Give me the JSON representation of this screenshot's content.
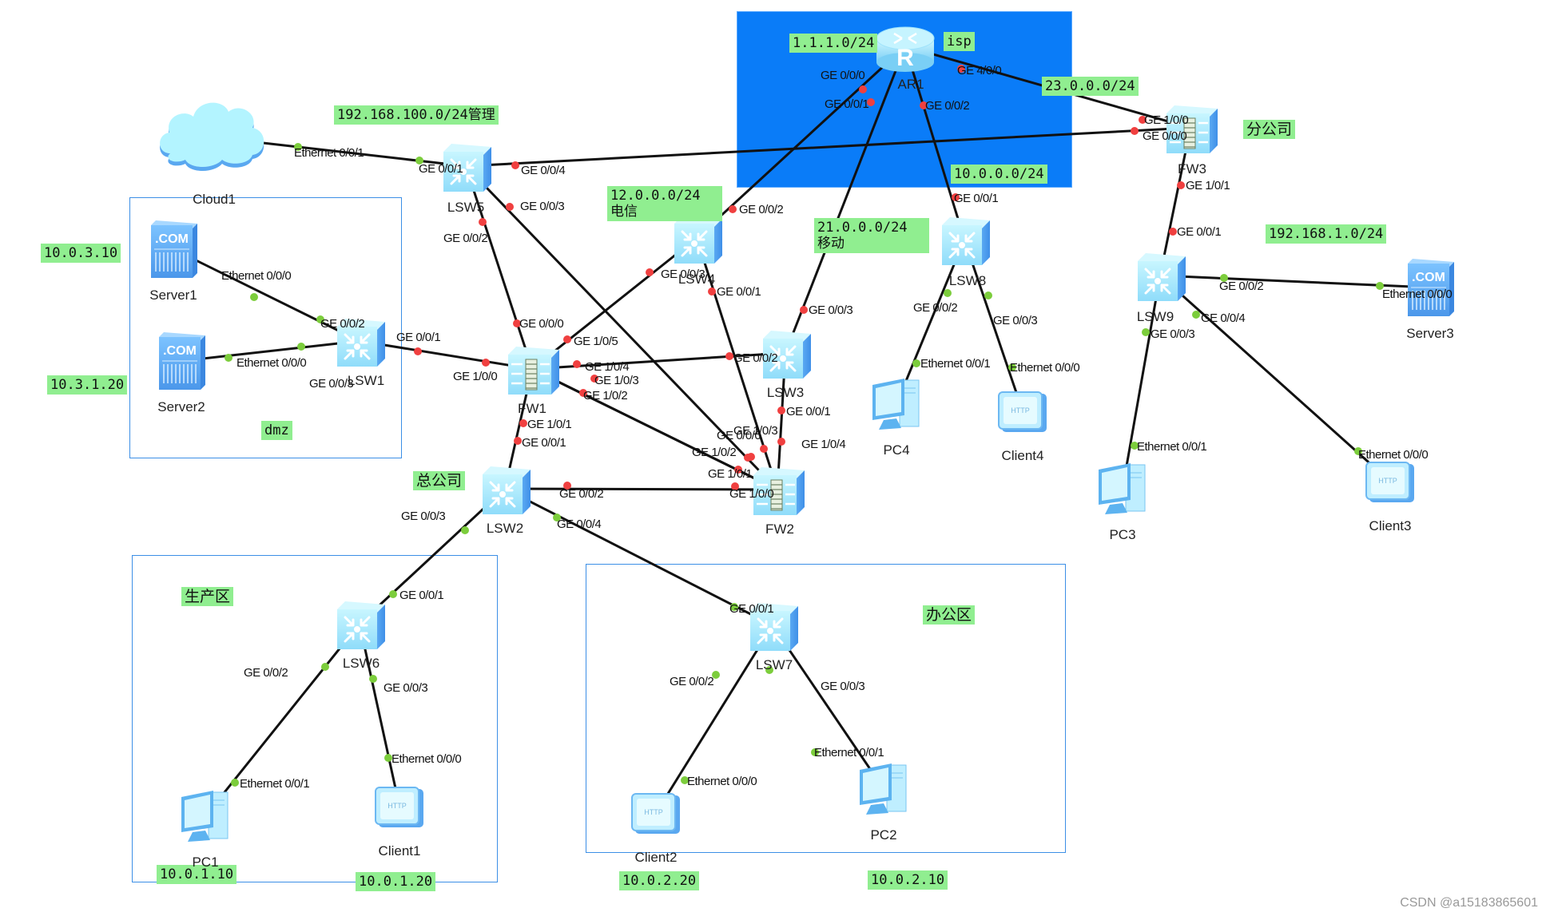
{
  "zones": {
    "isp": {
      "label": "isp"
    },
    "dmz": {
      "label": "dmz"
    },
    "production": {
      "label": "生产区"
    },
    "office": {
      "label": "办公区"
    }
  },
  "tags": {
    "isp_net": "1.1.1.0/24",
    "isp_name": "isp",
    "fw3_net": "23.0.0.0/24",
    "lsw8_net": "10.0.0.0/24",
    "mgmt_net": "192.168.100.0/24管理",
    "telecom": "12.0.0.0/24\n电信",
    "mobile": "21.0.0.0/24\n移动",
    "branch_net": "192.168.1.0/24",
    "branch": "分公司",
    "hq": "总公司",
    "server1_ip": "10.0.3.10",
    "server2_ip": "10.3.1.20",
    "dmz": "dmz",
    "production": "生产区",
    "office": "办公区",
    "pc1_ip": "10.0.1.10",
    "client1_ip": "10.0.1.20",
    "client2_ip": "10.0.2.20",
    "pc2_ip": "10.0.2.10"
  },
  "nodes": [
    {
      "id": "AR1",
      "label": "AR1",
      "type": "router"
    },
    {
      "id": "FW3",
      "label": "FW3",
      "type": "firewall"
    },
    {
      "id": "LSW9",
      "label": "LSW9",
      "type": "switch"
    },
    {
      "id": "Server3",
      "label": "Server3",
      "type": "server"
    },
    {
      "id": "PC3",
      "label": "PC3",
      "type": "pc"
    },
    {
      "id": "Client3",
      "label": "Client3",
      "type": "client"
    },
    {
      "id": "Cloud1",
      "label": "Cloud1",
      "type": "cloud"
    },
    {
      "id": "LSW5",
      "label": "LSW5",
      "type": "switch"
    },
    {
      "id": "LSW4",
      "label": "LSW4",
      "type": "switch"
    },
    {
      "id": "LSW8",
      "label": "LSW8",
      "type": "switch"
    },
    {
      "id": "LSW3",
      "label": "LSW3",
      "type": "switch"
    },
    {
      "id": "FW1",
      "label": "FW1",
      "type": "firewall"
    },
    {
      "id": "LSW1",
      "label": "LSW1",
      "type": "switch"
    },
    {
      "id": "Server1",
      "label": "Server1",
      "type": "server"
    },
    {
      "id": "Server2",
      "label": "Server2",
      "type": "server"
    },
    {
      "id": "PC4",
      "label": "PC4",
      "type": "pc"
    },
    {
      "id": "Client4",
      "label": "Client4",
      "type": "client"
    },
    {
      "id": "LSW2",
      "label": "LSW2",
      "type": "switch"
    },
    {
      "id": "FW2",
      "label": "FW2",
      "type": "firewall"
    },
    {
      "id": "LSW6",
      "label": "LSW6",
      "type": "switch"
    },
    {
      "id": "PC1",
      "label": "PC1",
      "type": "pc"
    },
    {
      "id": "Client1",
      "label": "Client1",
      "type": "client"
    },
    {
      "id": "LSW7",
      "label": "LSW7",
      "type": "switch"
    },
    {
      "id": "Client2",
      "label": "Client2",
      "type": "client"
    },
    {
      "id": "PC2",
      "label": "PC2",
      "type": "pc"
    }
  ],
  "links": [
    {
      "a": "AR1",
      "a_port": "GE 0/0/0",
      "b": "LSW4",
      "b_port": "GE 0/0/2",
      "status": "down"
    },
    {
      "a": "AR1",
      "a_port": "GE 0/0/1",
      "b": "LSW3",
      "b_port": "GE 0/0/3",
      "status": "down"
    },
    {
      "a": "AR1",
      "a_port": "GE 0/0/2",
      "b": "LSW8",
      "b_port": "GE 0/0/1",
      "status": "down"
    },
    {
      "a": "AR1",
      "a_port": "GE 4/0/0",
      "b": "FW3",
      "b_port": "GE 1/0/0",
      "status": "down"
    },
    {
      "a": "LSW5",
      "a_port": "GE 0/0/4",
      "b": "FW3",
      "b_port": "GE 0/0/0",
      "status": "down"
    },
    {
      "a": "FW3",
      "a_port": "GE 1/0/1",
      "b": "LSW9",
      "b_port": "GE 0/0/1",
      "status": "down"
    },
    {
      "a": "LSW9",
      "a_port": "GE 0/0/2",
      "b": "Server3",
      "b_port": "Ethernet 0/0/0",
      "status": "up"
    },
    {
      "a": "LSW9",
      "a_port": "GE 0/0/3",
      "b": "PC3",
      "b_port": "Ethernet 0/0/1",
      "status": "up"
    },
    {
      "a": "LSW9",
      "a_port": "GE 0/0/4",
      "b": "Client3",
      "b_port": "Ethernet 0/0/0",
      "status": "up"
    },
    {
      "a": "Cloud1",
      "a_port": "Ethernet 0/0/1",
      "b": "LSW5",
      "b_port": "GE 0/0/1",
      "status": "up"
    },
    {
      "a": "LSW5",
      "a_port": "GE 0/0/2",
      "b": "FW1",
      "b_port": "GE 0/0/0",
      "status": "down"
    },
    {
      "a": "LSW5",
      "a_port": "GE 0/0/3",
      "b": "FW2",
      "b_port": "GE 0/0/0",
      "status": "down"
    },
    {
      "a": "LSW4",
      "a_port": "GE 0/0/3",
      "b": "FW1",
      "b_port": "GE 1/0/5",
      "status": "down"
    },
    {
      "a": "LSW4",
      "a_port": "GE 0/0/1",
      "b": "FW2",
      "b_port": "GE 1/0/3",
      "status": "down"
    },
    {
      "a": "LSW3",
      "a_port": "GE 0/0/2",
      "b": "FW1",
      "b_port": "GE 1/0/4",
      "status": "down"
    },
    {
      "a": "LSW3",
      "a_port": "GE 0/0/1",
      "b": "FW2",
      "b_port": "GE 1/0/4",
      "status": "down"
    },
    {
      "a": "FW1",
      "a_port": "GE 1/0/3",
      "b": "FW2",
      "b_port": "GE 1/0/2",
      "status": "down"
    },
    {
      "a": "FW1",
      "a_port": "GE 1/0/2",
      "b": "FW2",
      "b_port": "GE 1/0/1",
      "status": "down"
    },
    {
      "a": "LSW1",
      "a_port": "GE 0/0/1",
      "b": "FW1",
      "b_port": "GE 1/0/0",
      "status": "down"
    },
    {
      "a": "LSW1",
      "a_port": "GE 0/0/2",
      "b": "Server1",
      "b_port": "Ethernet 0/0/0",
      "status": "up"
    },
    {
      "a": "LSW1",
      "a_port": "GE 0/0/3",
      "b": "Server2",
      "b_port": "Ethernet 0/0/0",
      "status": "up"
    },
    {
      "a": "FW1",
      "a_port": "GE 1/0/1",
      "b": "LSW2",
      "b_port": "GE 0/0/1",
      "status": "down"
    },
    {
      "a": "LSW2",
      "a_port": "GE 0/0/2",
      "b": "FW2",
      "b_port": "GE 1/0/0",
      "status": "down"
    },
    {
      "a": "LSW2",
      "a_port": "GE 0/0/3",
      "b": "LSW6",
      "b_port": "GE 0/0/1",
      "status": "up"
    },
    {
      "a": "LSW2",
      "a_port": "GE 0/0/4",
      "b": "LSW7",
      "b_port": "GE 0/0/1",
      "status": "up"
    },
    {
      "a": "LSW8",
      "a_port": "GE 0/0/2",
      "b": "PC4",
      "b_port": "Ethernet 0/0/1",
      "status": "up"
    },
    {
      "a": "LSW8",
      "a_port": "GE 0/0/3",
      "b": "Client4",
      "b_port": "Ethernet 0/0/0",
      "status": "up"
    },
    {
      "a": "LSW6",
      "a_port": "GE 0/0/2",
      "b": "PC1",
      "b_port": "Ethernet 0/0/1",
      "status": "up"
    },
    {
      "a": "LSW6",
      "a_port": "GE 0/0/3",
      "b": "Client1",
      "b_port": "Ethernet 0/0/0",
      "status": "up"
    },
    {
      "a": "LSW7",
      "a_port": "GE 0/0/2",
      "b": "Client2",
      "b_port": "Ethernet 0/0/0",
      "status": "up"
    },
    {
      "a": "LSW7",
      "a_port": "GE 0/0/3",
      "b": "PC2",
      "b_port": "Ethernet 0/0/1",
      "status": "up"
    }
  ],
  "colors": {
    "isp_zone": "#0a7cf8",
    "zone_border": "#3c8fe6",
    "tag_bg": "#90ee90",
    "port_up": "#7ccd3c",
    "port_down": "#f04040",
    "link": "#111111",
    "device_light": "#aeeeff",
    "device_mid": "#7fd3f7",
    "device_dark": "#4a9ef0"
  },
  "watermark": "CSDN @a15183865601"
}
